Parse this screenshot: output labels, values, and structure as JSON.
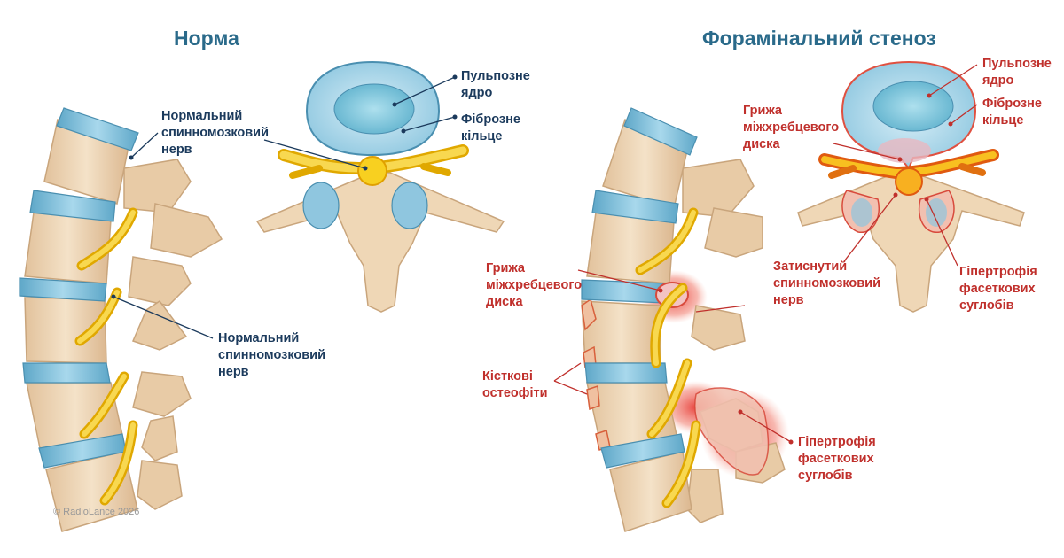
{
  "titles": {
    "normal": "Норма",
    "stenosis": "Форамінальний стеноз"
  },
  "normal": {
    "nerve_top": [
      "Нормальний",
      "спинномозковий",
      "нерв"
    ],
    "nerve_mid": [
      "Нормальний",
      "спинномозковий",
      "нерв"
    ],
    "nucleus": [
      "Пульпозне",
      "ядро"
    ],
    "annulus": [
      "Фіброзне",
      "кільце"
    ]
  },
  "stenosis": {
    "nucleus": [
      "Пульпозне",
      "ядро"
    ],
    "annulus": [
      "Фіброзне",
      "кільце"
    ],
    "herniation_top": [
      "Грижа",
      "міжхребцевого",
      "диска"
    ],
    "herniation_side": [
      "Грижа",
      "міжхребцевого",
      "диска"
    ],
    "compressed_nerve": [
      "Затиснутий",
      "спинномозковий",
      "нерв"
    ],
    "facet_top": [
      "Гіпертрофія",
      "фасеткових",
      "суглобів"
    ],
    "facet_bottom": [
      "Гіпертрофія",
      "фасеткових",
      "суглобів"
    ],
    "osteophytes": [
      "Кісткові",
      "остеофіти"
    ]
  },
  "copyright": "©  RadioLance 2026",
  "colors": {
    "title": "#2a6a8a",
    "label_normal": "#1b3a5c",
    "label_pathology": "#c0302c",
    "bone": "#f0dcc0",
    "disc": "#7bbcd8",
    "nerve": "#f5c518",
    "inflammation": "#e0483a"
  }
}
